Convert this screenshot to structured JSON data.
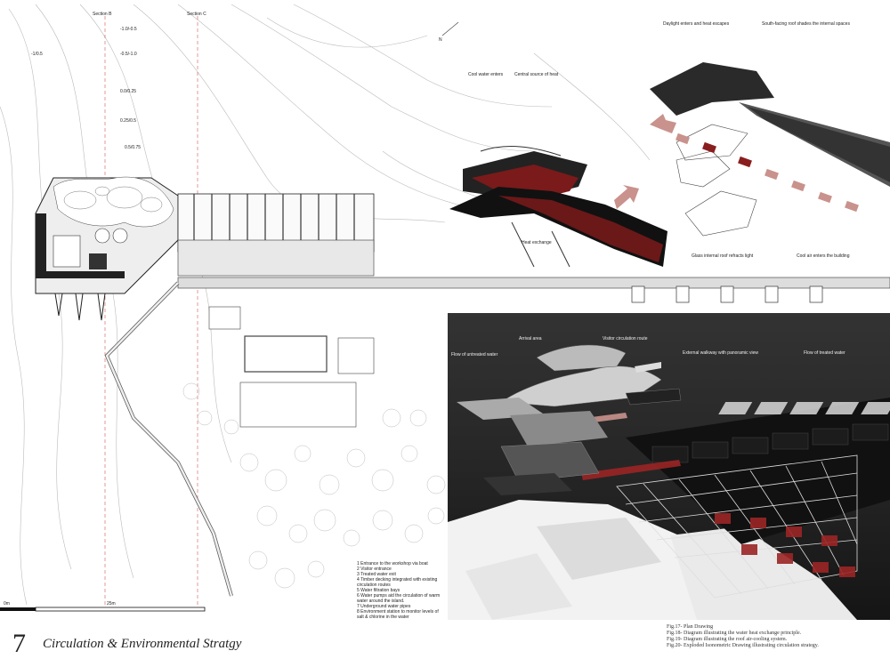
{
  "page": {
    "number": "7",
    "title": "Circulation & Environmental Stratgy"
  },
  "plan": {
    "section_labels": [
      "Section B",
      "Section C"
    ],
    "north_label": "N",
    "contour_labels": [
      "-1.0/-0.5",
      "-0.5/-1.0",
      "-1/0.5",
      "0.0/0.25",
      "0.25/0.5",
      "0.5/0.75"
    ],
    "scale_labels": [
      "0m",
      "25m"
    ],
    "legend": [
      "1 Entrance to the workshop via boat",
      "2 Visitor entrance",
      "3 Treated water exit",
      "4 Timber decking integrated with existing circulation routes",
      "5 Water filtration bays",
      "6 Water pumps aid the circulation of warm water around the island.",
      "7 Underground water pipes",
      "8 Environment station to monitor levels of salt & chlorine in the water"
    ]
  },
  "heat_diagram": {
    "labels": {
      "cool_water": "Cool water enters",
      "central_heat": "Central source of heat",
      "heat_exchange": "Heat exchange"
    }
  },
  "roof_diagram": {
    "labels": {
      "daylight": "Daylight enters and heat escapes",
      "south_roof": "South-facing roof shades the internal spaces",
      "glass_roof": "Glass internal roof refracts light",
      "cool_air": "Cool air enters the building"
    }
  },
  "render": {
    "labels": {
      "untreated": "Flow of untreated water",
      "arrival": "Arrival area",
      "visitor_route": "Visitor circulation route",
      "walkway": "External walkway with panoramic view",
      "treated": "Flow of treated water"
    }
  },
  "figures": [
    "Fig.17- Plan Drawing",
    "Fig.18- Diagram illustrating the water heat exchange principle.",
    "Fig.19- Diagram illustrating the roof air-cooling system.",
    "Fig.20- Exploded Isonometric Drawing illustrating circulation strategy."
  ],
  "colors": {
    "accent_red": "#8a1e1e",
    "arrow_pink": "#d9a3a3"
  }
}
